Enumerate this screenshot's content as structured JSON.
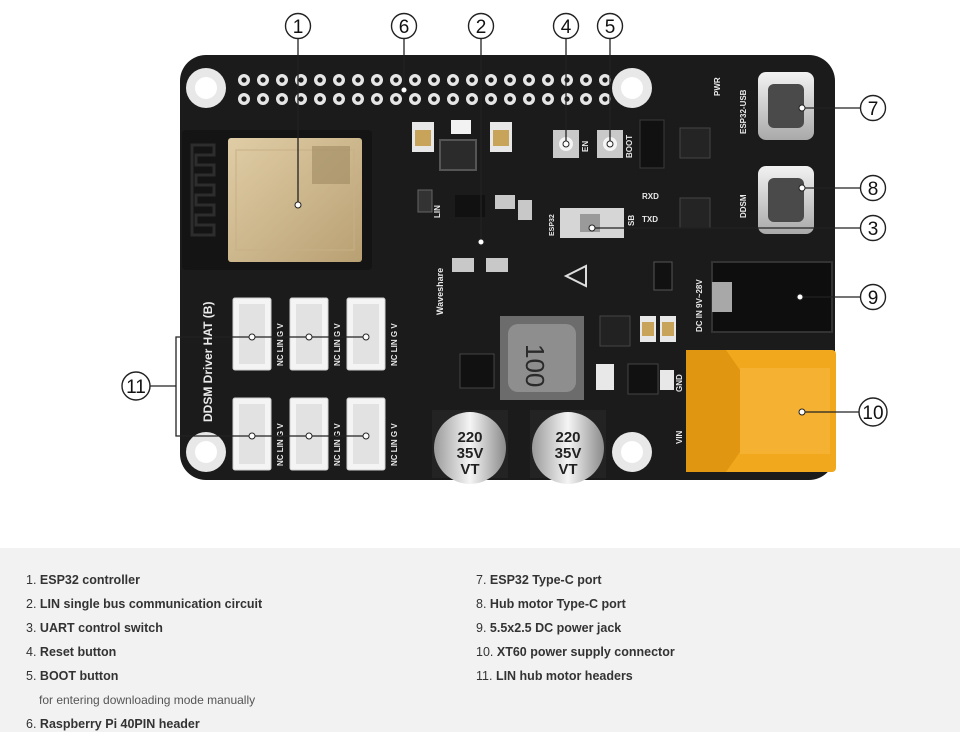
{
  "callouts": [
    "1",
    "2",
    "3",
    "4",
    "5",
    "6",
    "7",
    "8",
    "9",
    "10",
    "11"
  ],
  "silkscreen": {
    "board_name": "DDSM Driver HAT (B)",
    "brand": "Waveshare",
    "port_labels": [
      "ESP32-USB",
      "DDSM"
    ],
    "pwr": "PWR",
    "en": "EN",
    "boot": "BOOT",
    "rxd": "RXD",
    "txd": "TXD",
    "esp32": "ESP32",
    "sb": "SB",
    "lin": "LIN",
    "dc_in": "DC IN 9V~28V",
    "gnd": "GND",
    "vin": "VIN",
    "header_pins": "NC LIN G V",
    "cap_value": "220",
    "cap_voltage": "35V",
    "cap_series": "VT",
    "inductor": "100"
  },
  "legend": {
    "left": [
      {
        "num": "1.",
        "text": "ESP32 controller"
      },
      {
        "num": "2.",
        "text": "LIN single bus communication circuit"
      },
      {
        "num": "3.",
        "text": "UART control switch"
      },
      {
        "num": "4.",
        "text": "Reset button"
      },
      {
        "num": "5.",
        "text": "BOOT button"
      }
    ],
    "note": "for entering downloading mode manually",
    "left_last": {
      "num": "6.",
      "text": "Raspberry Pi 40PIN header"
    },
    "right": [
      {
        "num": "7.",
        "text": "ESP32 Type-C port"
      },
      {
        "num": "8.",
        "text": "Hub motor Type-C port"
      },
      {
        "num": "9.",
        "text": "5.5x2.5 DC power jack"
      },
      {
        "num": "10.",
        "text": "XT60 power supply connector"
      },
      {
        "num": "11.",
        "text": "LIN hub motor headers"
      }
    ]
  },
  "colors": {
    "pcb": "#1b1b1b",
    "xt60": "#f2a81d",
    "esp32_shield": "#cdb58a",
    "connector_white": "#f4f4f4",
    "legend_bg": "#f2f2f2"
  }
}
